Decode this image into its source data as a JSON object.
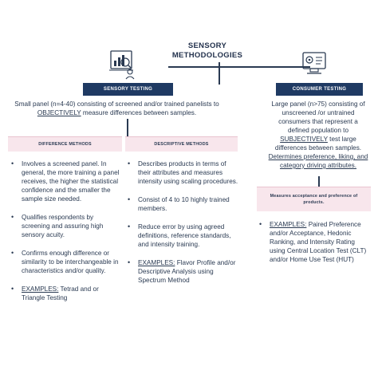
{
  "title_lines": [
    "SENSORY",
    "METHODOLOGIES"
  ],
  "icons": {
    "left": "analyst-with-chart-icon",
    "right": "computer-settings-icon"
  },
  "sensory": {
    "header": "SENSORY TESTING",
    "intro_pre": "Small panel (n=4-40) consisting of screened and/or trained panelists to ",
    "intro_em": "OBJECTIVELY",
    "intro_post": " measure differences between samples.",
    "difference": {
      "header": "DIFFERENCE METHODS",
      "bullets": [
        "Involves a screened panel. In general, the more training a panel receives, the higher the statistical confidence and the smaller the sample size needed.",
        "Qualifies respondents by screening and assuring high sensory acuity.",
        "Confirms enough difference or similarity to be interchangeable in characteristics and/or quality."
      ],
      "examples_label": "EXAMPLES:",
      "examples_text": " Tetrad and or Triangle Testing"
    },
    "descriptive": {
      "header": "DESCRIPTIVE METHODS",
      "bullets": [
        "Describes products in terms of their attributes and measures intensity using scaling procedures.",
        "Consist of 4 to 10 highly trained members.",
        "Reduce error by using agreed definitions, reference standards, and intensity training."
      ],
      "examples_label": "EXAMPLES:",
      "examples_text": " Flavor Profile and/or Descriptive Analysis using Spectrum Method"
    }
  },
  "consumer": {
    "header": "CONSUMER TESTING",
    "intro_pre": "Large panel  (n>75) consisting of  unscreened /or untrained consumers that represent a defined population to ",
    "intro_em": "SUBJECTIVELY",
    "intro_mid": " test large differences between samples. ",
    "intro_link": "Determines preference, liking, and category driving attributes.",
    "measure_header": "Measures acceptance and preference of products.",
    "examples_label": "EXAMPLES:",
    "examples_text": " Paired Preference and/or Acceptance, Hedonic Ranking, and Intensity Rating using Central Location Test (CLT) and/or Home Use Test (HUT)"
  },
  "colors": {
    "navy": "#1f3a63",
    "pink": "#f8e6ec",
    "text": "#2a3a52"
  }
}
